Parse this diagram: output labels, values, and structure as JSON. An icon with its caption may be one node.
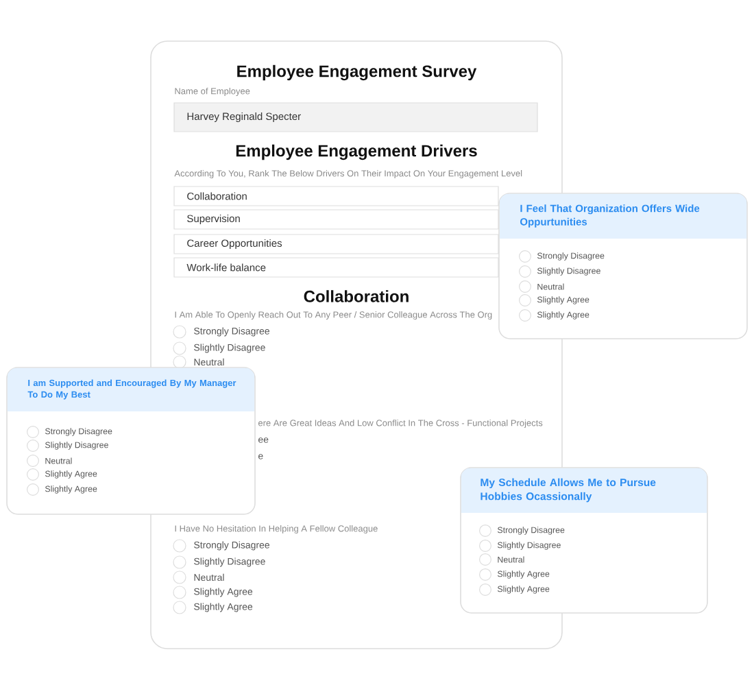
{
  "diagram": {
    "nodes": [
      {
        "text": [
          "Employee Engagement Survey",
          "Name of Employee",
          "Employee Engagement Drivers",
          "According To You, Rank The Below Drivers On Their Impact On Your Engagement Level",
          "Collaboration",
          "I Am Able To Openly Reach Out To Any Peer / Senior Colleague Across The Org",
          "Strongly Disagree",
          "Slightly Disagree",
          "Neutral",
          "ere Are Great Ideas And Low Conflict In The Cross - Functional Projects",
          "ee",
          "e",
          "I Have No Hesitation In Helping A Fellow Colleague",
          "Strongly Disagree",
          "Slightly Disagree",
          "Neutral",
          "Slightly Agree",
          "Slightly Agree"
        ]
      },
      {
        "text": [
          "Harvey Reginald Specter"
        ],
        "in": 0
      },
      {
        "text": [
          "Collaboration"
        ],
        "in": 0
      },
      {
        "text": [
          "Supervision"
        ],
        "in": 0
      },
      {
        "text": [
          "Career Opportunities"
        ],
        "in": 0
      },
      {
        "text": [
          "Work-life balance"
        ],
        "in": 0
      },
      {
        "text": [
          "I Feel That Organization Offers Wide Oppurtunities",
          "Strongly Disagree",
          "Slightly Disagree",
          "Neutral",
          "Slightly Agree",
          "Slightly Agree"
        ]
      },
      {
        "text": [
          "I am Supported and Encouraged By My Manager To Do My Best",
          "Strongly Disagree",
          "Slightly Disagree",
          "Neutral",
          "Slightly Agree",
          "Slightly Agree"
        ]
      },
      {
        "text": [
          "My Schedule Allows Me to Pursue Hobbies Ocassionally",
          "Strongly Disagree",
          "Slightly Disagree",
          "Neutral",
          "Slightly Agree",
          "Slightly Agree"
        ]
      }
    ]
  }
}
